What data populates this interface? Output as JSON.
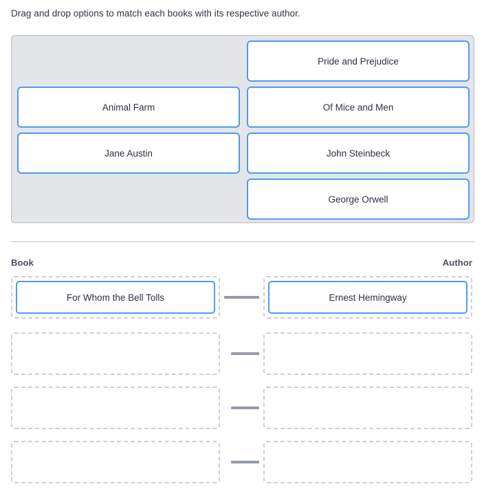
{
  "instruction": "Drag and drop options to match each books with its respective author.",
  "colors": {
    "accent_blue": "#4e9bf0",
    "panel_bg": "#e4e5e9",
    "panel_border": "#b9bcc4",
    "dashed_border": "#cdd0d8",
    "connector": "#949aa8",
    "divider": "#d8dae0",
    "text": "#2d3142",
    "header_text": "#4a5060"
  },
  "option_pool": {
    "left_column": [
      {
        "label": "",
        "empty": true
      },
      {
        "label": "Animal Farm",
        "empty": false
      },
      {
        "label": "Jane Austin",
        "empty": false
      },
      {
        "label": "",
        "empty": true
      }
    ],
    "right_column": [
      {
        "label": "Pride and Prejudice",
        "empty": false
      },
      {
        "label": "Of Mice and Men",
        "empty": false
      },
      {
        "label": "John Steinbeck",
        "empty": false
      },
      {
        "label": "George Orwell",
        "empty": false
      }
    ]
  },
  "match_table": {
    "headers": {
      "left": "Book",
      "right": "Author"
    },
    "rows": [
      {
        "book": "For Whom the Bell Tolls",
        "author": "Ernest Hemingway",
        "filled": true
      },
      {
        "book": "",
        "author": "",
        "filled": false
      },
      {
        "book": "",
        "author": "",
        "filled": false
      },
      {
        "book": "",
        "author": "",
        "filled": false
      }
    ]
  }
}
